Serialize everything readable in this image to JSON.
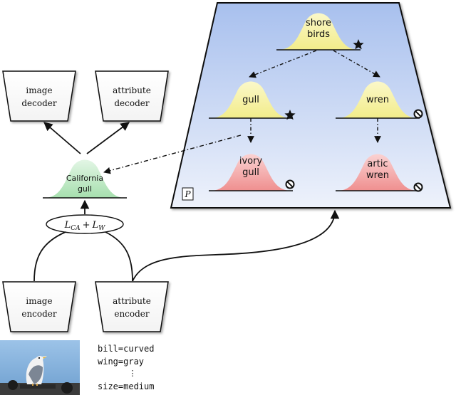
{
  "decoders": {
    "image": [
      "image",
      "decoder"
    ],
    "attribute": [
      "attribute",
      "decoder"
    ]
  },
  "encoders": {
    "image": [
      "image",
      "encoder"
    ],
    "attribute": [
      "attribute",
      "encoder"
    ]
  },
  "embedding_node": [
    "California",
    "gull"
  ],
  "loss": {
    "main": "L",
    "sub1": "CA",
    "plus": "+",
    "main2": "L",
    "sub2": "W"
  },
  "hierarchy": {
    "root": [
      "shore",
      "birds"
    ],
    "left": [
      "gull"
    ],
    "right": [
      "wren"
    ],
    "left_child": [
      "ivory",
      "gull"
    ],
    "right_child": [
      "artic",
      "wren"
    ],
    "panel_label": "P"
  },
  "attributes": {
    "lines": [
      "bill=curved",
      "wing=gray",
      "⋮",
      "size=medium"
    ]
  },
  "colors": {
    "yellow_fill": "#f7f3a6",
    "green_fill": "#bfe8c4",
    "red_fill": "#f4a3a3",
    "panel_top": "#9fb9ec",
    "panel_bottom": "#eaf0fb"
  },
  "icons": {
    "star": "star-icon",
    "ban": "no-entry-icon"
  }
}
